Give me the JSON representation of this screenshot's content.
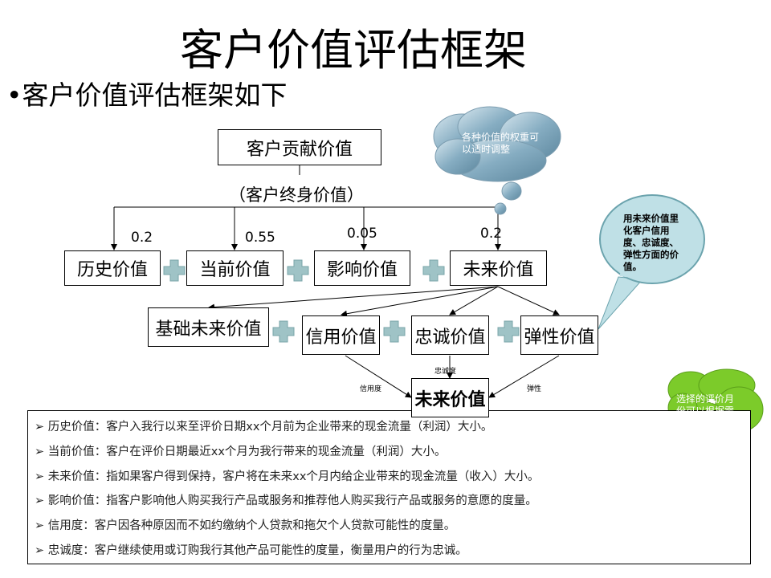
{
  "title": "客户价值评估框架",
  "bullet": "客户价值评估框架如下",
  "top_box": "客户贡献价值",
  "lifetime": "（客户终身价值）",
  "weights": [
    "0.2",
    "0.55",
    "0.05",
    "0.2"
  ],
  "row2": [
    "历史价值",
    "当前价值",
    "影响价值",
    "未来价值"
  ],
  "row3": [
    "基础未来价值",
    "信用价值",
    "忠诚价值",
    "弹性价值"
  ],
  "result_box": "未来价值",
  "edge_labels": {
    "credit": "信用度",
    "loyalty": "忠诚度",
    "elastic": "弹性"
  },
  "notes": {
    "cloud_blue": "各种价值的权重可以适时调整",
    "bubble": "用未来价值里化客户信用度、忠诚度、弹性方面的价值。",
    "cloud_green": "选择的评价月份可以根据需要调整"
  },
  "definitions": [
    "历史价值：客户入我行以来至评价日期xx个月前为企业带来的现金流量（利润）大小。",
    "当前价值：客户在评价日期最近xx个月为我行带来的现金流量（利润）大小。",
    "未来价值：指如果客户得到保持，客户将在未来xx个月内给企业带来的现金流量（收入）大小。",
    "影响价值：指客户影响他人购买我行产品或服务和推荐他人购买我行产品或服务的意愿的度量。",
    "信用度：客户因各种原因而不如约缴纳个人贷款和拖欠个人贷款可能性的度量。",
    "忠诚度：客户继续使用或订购我行其他产品可能性的度量，衡量用户的行为忠诚。"
  ],
  "colors": {
    "plus": "#9fc3c6",
    "cloud_blue": "#7fa8bd",
    "bubble": "#bfe0e6",
    "cloud_green": "#7ccb2a"
  }
}
